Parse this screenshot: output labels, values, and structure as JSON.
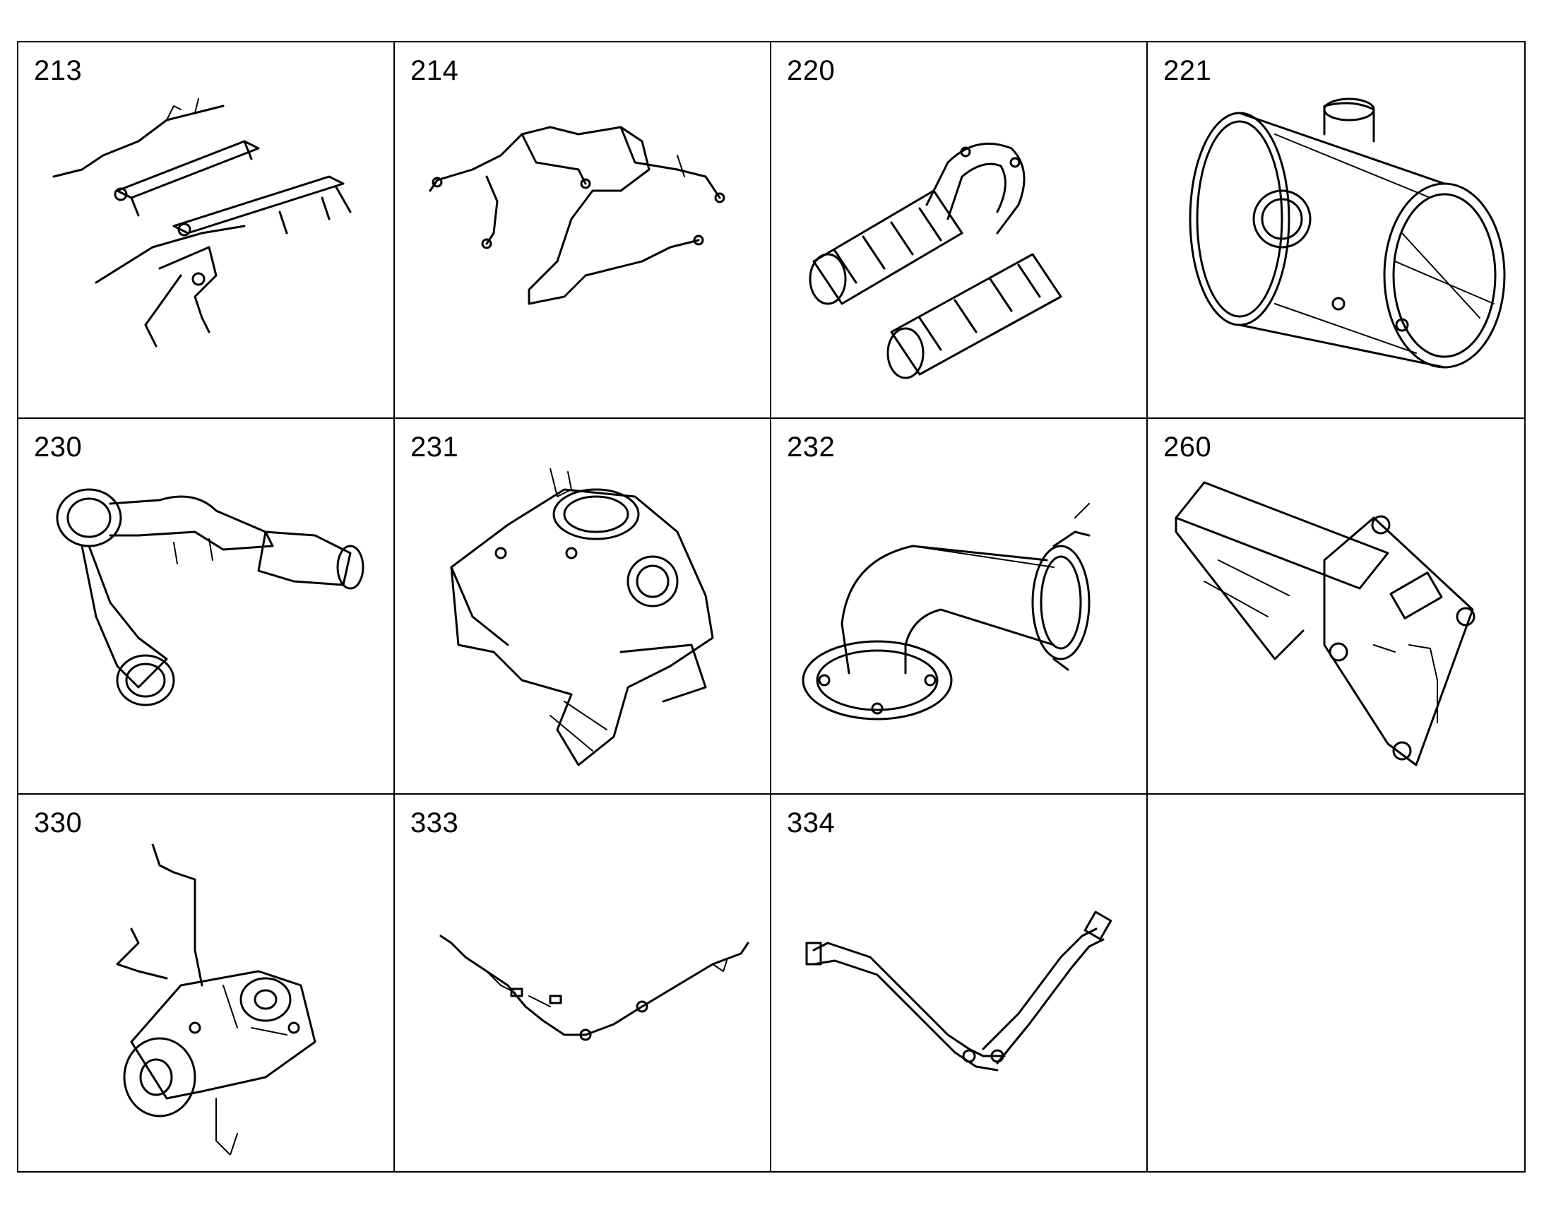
{
  "parts": [
    {
      "number": "213",
      "icon": "fuel-injection-harness"
    },
    {
      "number": "214",
      "icon": "fuel-line-harness"
    },
    {
      "number": "220",
      "icon": "intake-manifold"
    },
    {
      "number": "221",
      "icon": "turbocharger-housing"
    },
    {
      "number": "230",
      "icon": "exhaust-pipe-assembly"
    },
    {
      "number": "231",
      "icon": "egr-housing"
    },
    {
      "number": "232",
      "icon": "elbow-outlet"
    },
    {
      "number": "260",
      "icon": "oil-cooler-plate"
    },
    {
      "number": "330",
      "icon": "fuel-pump-assembly"
    },
    {
      "number": "333",
      "icon": "wire-harness"
    },
    {
      "number": "334",
      "icon": "coolant-tube"
    },
    {
      "number": "",
      "icon": ""
    }
  ]
}
